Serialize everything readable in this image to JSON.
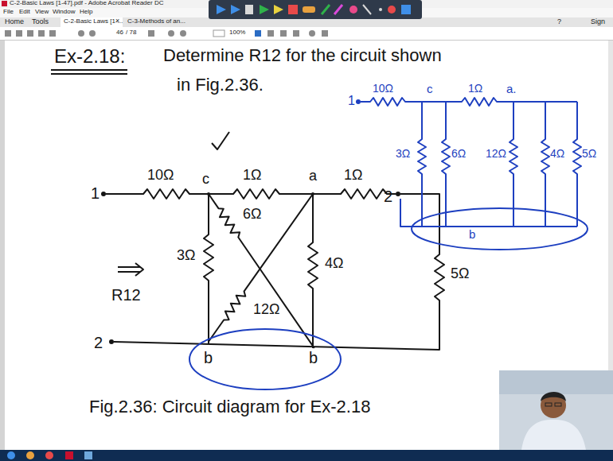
{
  "diagram": {
    "title": "Ex-2.18:",
    "caption": "Fig.2.36: Circuit diagram for Ex-2.18",
    "nodes": [
      {
        "text": [
          "b",
          "b"
        ]
      },
      {
        "text": [
          "b"
        ]
      }
    ],
    "labels": [
      "C-2-Basic Laws [1-47].pdf - Adobe Acrobat Reader DC",
      "File",
      "Edit",
      "View",
      "Window",
      "Help",
      "Home",
      "Tools",
      "C-2-Basic Laws [1-...",
      "×",
      "C-3-Methods of an...",
      "?",
      "Sign",
      "46",
      "/ 78",
      "100%",
      "Determine R12 for the circuit shown",
      "in Fig.2.36.",
      "1",
      "10Ω",
      "c",
      "1Ω",
      "a",
      "1Ω",
      "2",
      "6Ω",
      "3Ω",
      "4Ω",
      "5Ω",
      "12Ω",
      "R12",
      "2",
      "1",
      "10Ω",
      "c",
      "1Ω",
      "a.",
      "3Ω",
      "6Ω",
      "12Ω",
      "4Ω",
      "5Ω"
    ]
  }
}
